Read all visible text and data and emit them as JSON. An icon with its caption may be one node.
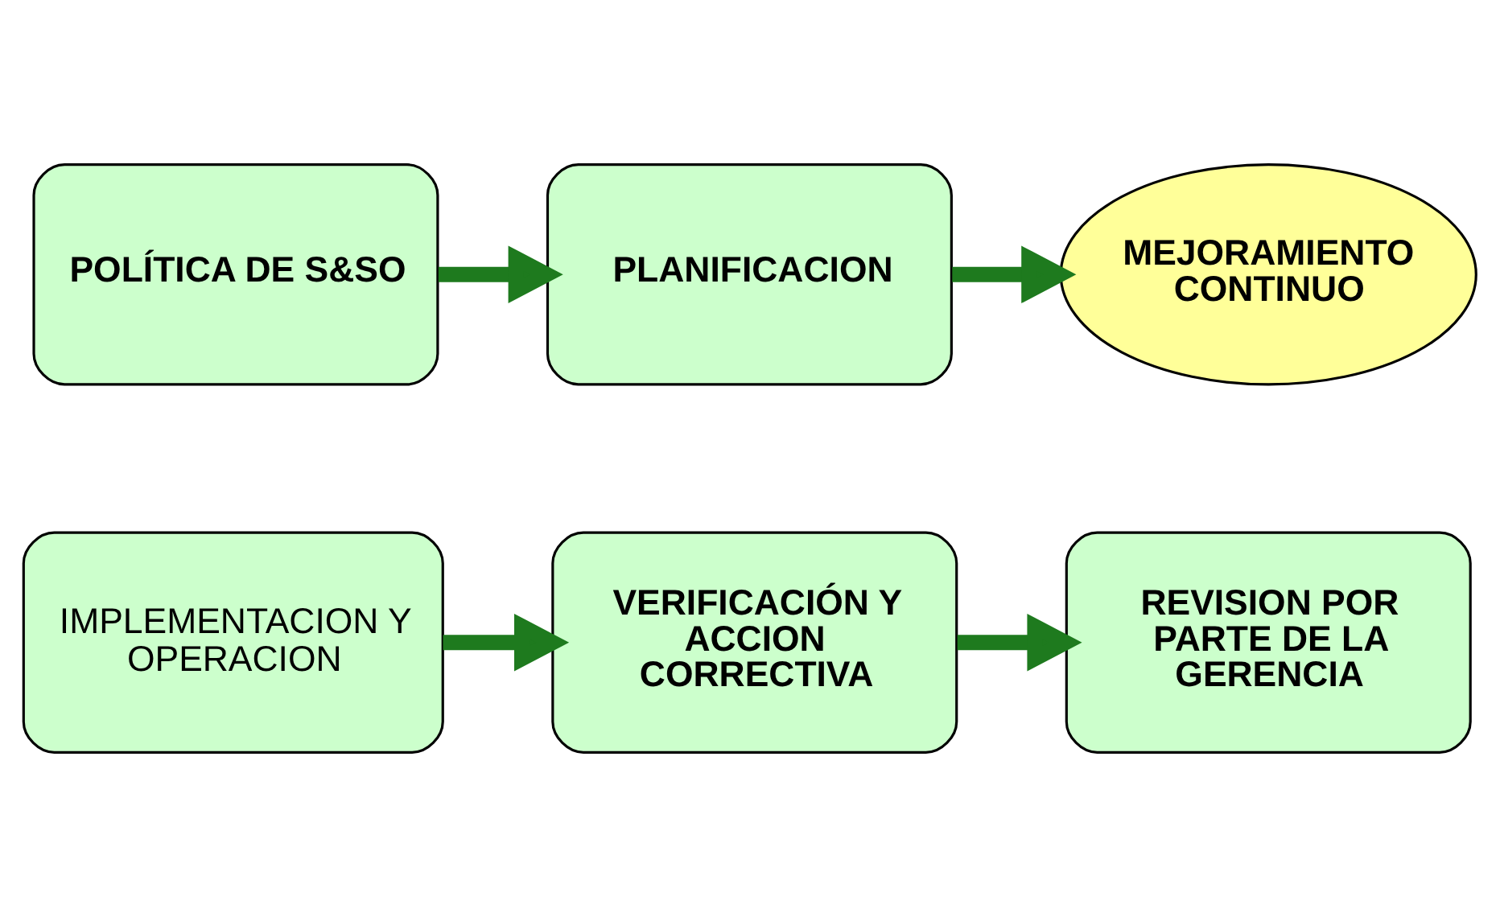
{
  "diagram": {
    "nodes": [
      {
        "text": [
          "POLÍTICA DE S&SO"
        ]
      },
      {
        "text": [
          "PLANIFICACION"
        ]
      },
      {
        "text": [
          "MEJORAMIENTO CONTINUO"
        ]
      },
      {
        "text": [
          "IMPLEMENTACION Y OPERACION"
        ]
      },
      {
        "text": [
          "VERIFICACIÓN Y ACCION CORRECTIVA"
        ]
      },
      {
        "text": [
          "REVISION POR PARTE DE LA GERENCIA"
        ]
      }
    ],
    "edges": [
      {
        "from": 0,
        "to": 1,
        "arrow": "to"
      },
      {
        "from": 1,
        "to": 2,
        "arrow": "to"
      },
      {
        "from": 3,
        "to": 4,
        "arrow": "to"
      },
      {
        "from": 4,
        "to": 5,
        "arrow": "to"
      }
    ]
  }
}
